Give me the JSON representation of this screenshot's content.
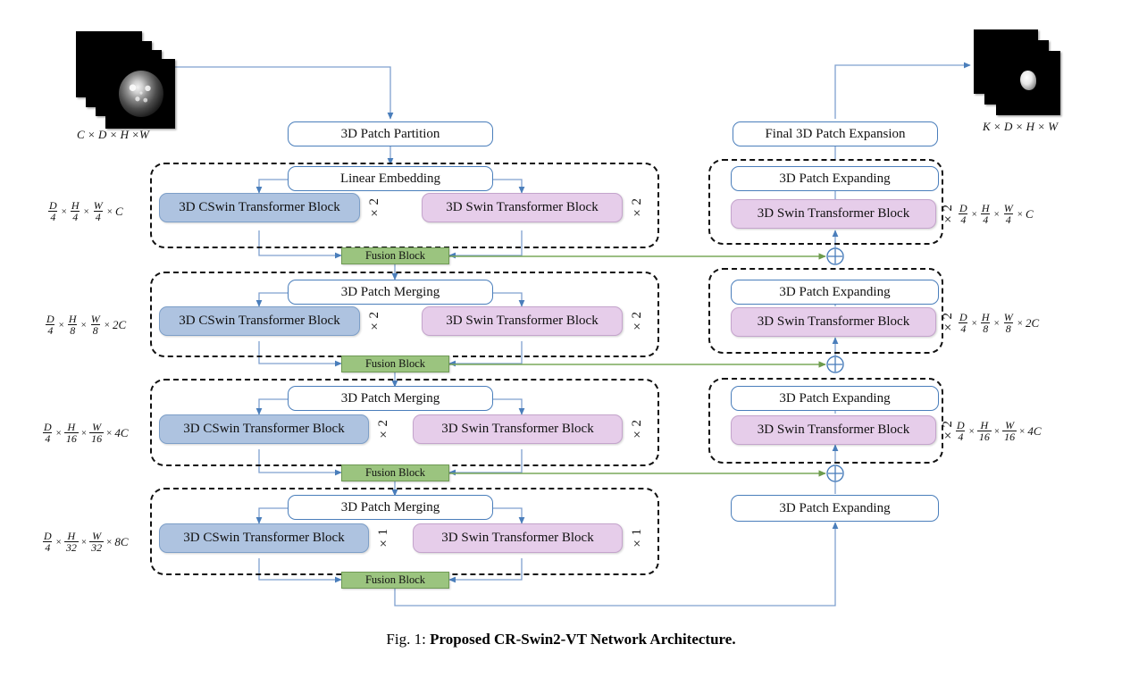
{
  "figure": {
    "caption_lead": "Fig. 1:",
    "caption_bold": "Proposed CR-Swin2-VT Network Architecture."
  },
  "input": {
    "label_parts": [
      "C",
      "D",
      "H",
      "W"
    ],
    "label_text": "C × D × H ×W",
    "name": "input-mri-volume"
  },
  "output": {
    "label_text": "K × D × H × W",
    "name": "output-segmentation-volume"
  },
  "head_boxes": {
    "patch_partition": "3D Patch Partition",
    "final_expansion": "Final 3D Patch Expansion"
  },
  "encoder": {
    "stages": [
      {
        "id": "stage-1",
        "top_box": "Linear Embedding",
        "left_block": "3D CSwin Transformer Block",
        "right_block": "3D Swin Transformer Block",
        "left_mult": "×2",
        "right_mult": "×2",
        "fusion": "Fusion Block",
        "dim": {
          "D_num": "D",
          "D_den": "4",
          "H_num": "H",
          "H_den": "4",
          "W_num": "W",
          "W_den": "4",
          "chan": "C"
        }
      },
      {
        "id": "stage-2",
        "top_box": "3D Patch Merging",
        "left_block": "3D CSwin Transformer Block",
        "right_block": "3D Swin Transformer Block",
        "left_mult": "×2",
        "right_mult": "×2",
        "fusion": "Fusion Block",
        "dim": {
          "D_num": "D",
          "D_den": "4",
          "H_num": "H",
          "H_den": "8",
          "W_num": "W",
          "W_den": "8",
          "chan": "2C"
        }
      },
      {
        "id": "stage-3",
        "top_box": "3D Patch Merging",
        "left_block": "3D CSwin Transformer Block",
        "right_block": "3D Swin Transformer Block",
        "left_mult": "×2",
        "right_mult": "×2",
        "fusion": "Fusion Block",
        "dim": {
          "D_num": "D",
          "D_den": "4",
          "H_num": "H",
          "H_den": "16",
          "W_num": "W",
          "W_den": "16",
          "chan": "4C"
        }
      },
      {
        "id": "stage-4",
        "top_box": "3D Patch Merging",
        "left_block": "3D CSwin Transformer Block",
        "right_block": "3D Swin Transformer Block",
        "left_mult": "×1",
        "right_mult": "×1",
        "fusion": "Fusion Block",
        "dim": {
          "D_num": "D",
          "D_den": "4",
          "H_num": "H",
          "H_den": "32",
          "W_num": "W",
          "W_den": "32",
          "chan": "8C"
        }
      }
    ]
  },
  "decoder": {
    "stages": [
      {
        "id": "dec-stage-1",
        "expand_box": "3D Patch Expanding",
        "block": "3D Swin Transformer Block",
        "mult": "×2",
        "dim": {
          "D_num": "D",
          "D_den": "4",
          "H_num": "H",
          "H_den": "4",
          "W_num": "W",
          "W_den": "4",
          "chan": "C"
        }
      },
      {
        "id": "dec-stage-2",
        "expand_box": "3D Patch Expanding",
        "block": "3D Swin Transformer Block",
        "mult": "×2",
        "dim": {
          "D_num": "D",
          "D_den": "4",
          "H_num": "H",
          "H_den": "8",
          "W_num": "W",
          "W_den": "8",
          "chan": "2C"
        }
      },
      {
        "id": "dec-stage-3",
        "expand_box": "3D Patch Expanding",
        "block": "3D Swin Transformer Block",
        "mult": "×2",
        "dim": {
          "D_num": "D",
          "D_den": "4",
          "H_num": "H",
          "H_den": "16",
          "W_num": "W",
          "W_den": "16",
          "chan": "4C"
        }
      },
      {
        "id": "dec-stage-4",
        "expand_box": "3D Patch Expanding",
        "block": null,
        "mult": null,
        "dim": null
      }
    ],
    "skip_merge_symbol": "⊕"
  },
  "colors": {
    "cswin_fill": "#aec3e0",
    "swin_fill": "#e6cdea",
    "fusion_fill": "#9bc47f",
    "box_border": "#4a7ebb",
    "arrow_blue": "#6e93c8",
    "arrow_green": "#7aa85a",
    "dash_border": "#111111"
  }
}
